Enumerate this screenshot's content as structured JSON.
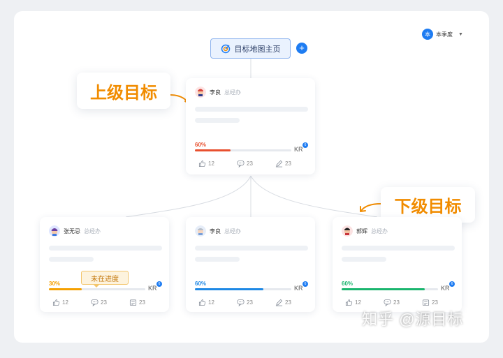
{
  "header": {
    "quarter": {
      "badge": "本",
      "label": "本季度"
    }
  },
  "root": {
    "label": "目标地图主页"
  },
  "callouts": {
    "upper": "上级目标",
    "lower": "下级目标"
  },
  "cards": [
    {
      "owner": "李良",
      "role": "总经办",
      "progress_label": "60%",
      "progress": 0.37,
      "color": "#e8502f",
      "kr": "KR",
      "kr_badge": "6",
      "likes": "12",
      "comments": "23",
      "third": "23",
      "third_icon": "edit-icon"
    },
    {
      "owner": "张无忌",
      "role": "总经办",
      "progress_label": "30%",
      "progress": 0.34,
      "color": "#f5a000",
      "kr": "KR",
      "kr_badge": "6",
      "likes": "12",
      "comments": "23",
      "third": "23",
      "third_icon": "calendar-icon"
    },
    {
      "owner": "李良",
      "role": "总经办",
      "progress_label": "60%",
      "progress": 0.71,
      "color": "#1e88e5",
      "kr": "KR",
      "kr_badge": "6",
      "likes": "12",
      "comments": "23",
      "third": "23",
      "third_icon": "edit-icon"
    },
    {
      "owner": "郭辉",
      "role": "总经办",
      "progress_label": "60%",
      "progress": 0.86,
      "color": "#1ab56e",
      "kr": "KR",
      "kr_badge": "6",
      "likes": "12",
      "comments": "23",
      "third": "23",
      "third_icon": "calendar-icon"
    }
  ],
  "tooltip": {
    "label": "未在进度"
  },
  "watermark": {
    "text": "知乎 @源目标"
  }
}
